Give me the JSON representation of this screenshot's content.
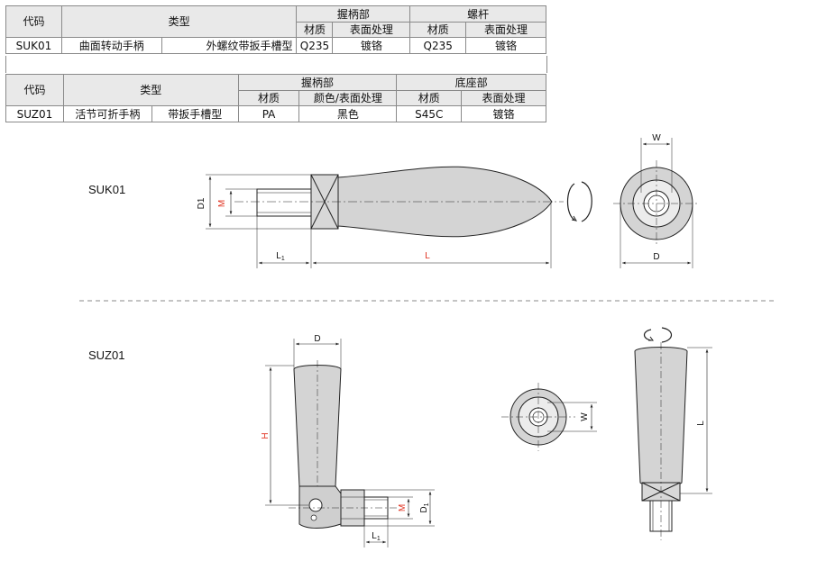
{
  "table1": {
    "headers": {
      "code": "代码",
      "type": "类型",
      "grip": "握柄部",
      "screw": "螺杆",
      "material": "材质",
      "surface": "表面处理",
      "material2": "材质",
      "surface2": "表面处理"
    },
    "row": {
      "code": "SUK01",
      "type_a": "曲面转动手柄",
      "type_b": "外螺纹带扳手槽型",
      "grip_material": "Q235",
      "grip_surface": "镀铬",
      "screw_material": "Q235",
      "screw_surface": "镀铬"
    }
  },
  "table2": {
    "headers": {
      "code": "代码",
      "type": "类型",
      "grip": "握柄部",
      "base": "底座部",
      "material": "材质",
      "surface": "颜色/表面处理",
      "material2": "材质",
      "surface2": "表面处理"
    },
    "row": {
      "code": "SUZ01",
      "type_a": "活节可折手柄",
      "type_b": "带扳手槽型",
      "grip_material": "PA",
      "grip_surface": "黑色",
      "base_material": "S45C",
      "base_surface": "镀铬"
    }
  },
  "drawings": {
    "suk01": {
      "title": "SUK01",
      "dims": {
        "d1": "D1",
        "m": "M",
        "l1": "L",
        "l1_sub": "1",
        "l": "L",
        "w": "W",
        "d": "D"
      }
    },
    "suz01": {
      "title": "SUZ01",
      "dims": {
        "d": "D",
        "h": "H",
        "m": "M",
        "d1": "D",
        "d1_sub": "1",
        "l1": "L",
        "l1_sub": "1",
        "w": "W",
        "l": "L"
      }
    }
  },
  "colors": {
    "dim_red": "#e0301e",
    "grey_fill": "#d4d4d4",
    "line": "#222222"
  }
}
